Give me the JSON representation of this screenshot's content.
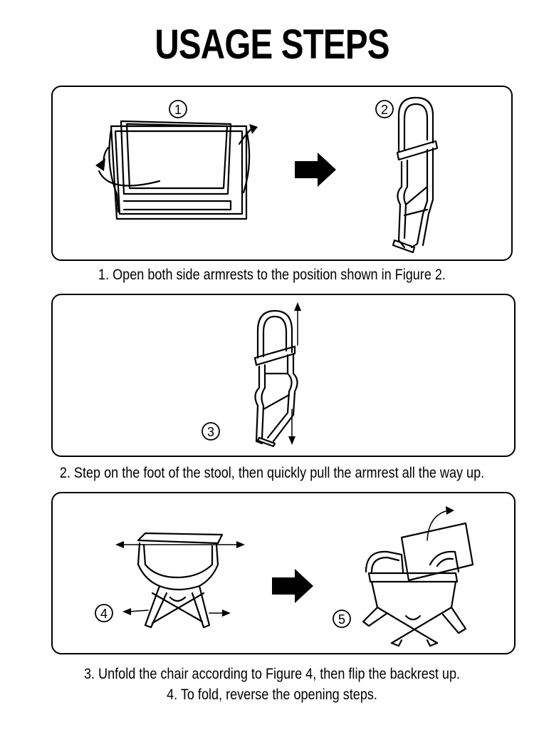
{
  "title": "USAGE STEPS",
  "figures": {
    "fig1": "1",
    "fig2": "2",
    "fig3": "3",
    "fig4": "4",
    "fig5": "5"
  },
  "captions": {
    "step1": "1. Open both side armrests to the position shown in Figure 2.",
    "step2": "2. Step on the foot of the stool, then quickly pull the armrest all the way up.",
    "step3": "3. Unfold the chair according to Figure 4, then flip the backrest up.",
    "step4": "4. To fold, reverse the opening steps."
  },
  "icons": [
    "folded-chair-icon",
    "arrow-right-icon",
    "armrest-up-icon",
    "stool-frame-icon",
    "director-chair-icon"
  ]
}
